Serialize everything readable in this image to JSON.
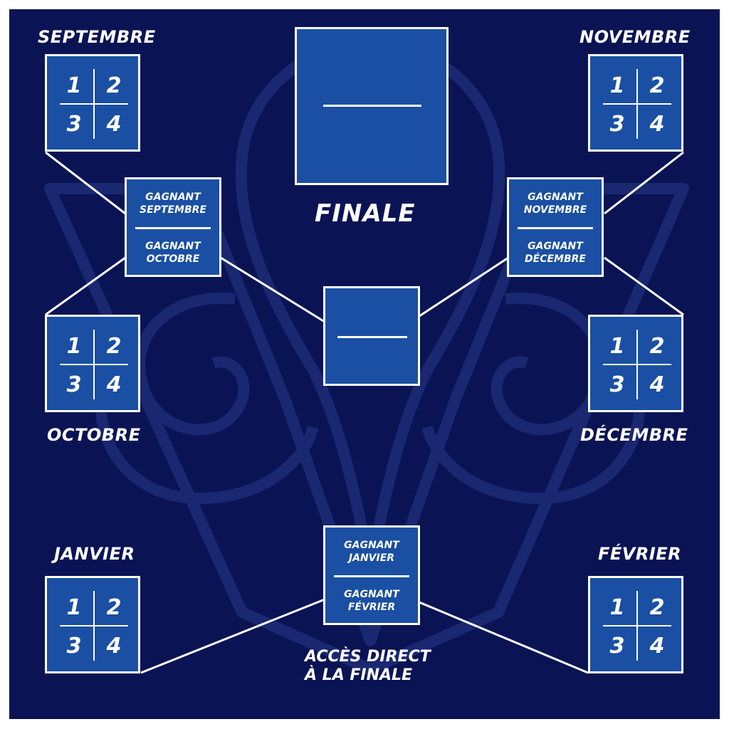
{
  "colors": {
    "background": "#0a1454",
    "box_fill": "#1a4fa3",
    "line": "#ffffff",
    "watermark": "#17236a"
  },
  "grid_numbers": [
    "1",
    "2",
    "3",
    "4"
  ],
  "months": {
    "septembre": "SEPTEMBRE",
    "octobre": "OCTOBRE",
    "novembre": "NOVEMBRE",
    "decembre": "DÉCEMBRE",
    "janvier": "JANVIER",
    "fevrier": "FÉVRIER"
  },
  "winners": {
    "sep_oct": {
      "top_line1": "GAGNANT",
      "top_line2": "SEPTEMBRE",
      "bottom_line1": "GAGNANT",
      "bottom_line2": "OCTOBRE"
    },
    "nov_dec": {
      "top_line1": "GAGNANT",
      "top_line2": "NOVEMBRE",
      "bottom_line1": "GAGNANT",
      "bottom_line2": "DÉCEMBRE"
    },
    "jan_feb": {
      "top_line1": "GAGNANT",
      "top_line2": "JANVIER",
      "bottom_line1": "GAGNANT",
      "bottom_line2": "FÉVRIER"
    }
  },
  "finale_title": "FINALE",
  "direct_access": {
    "line1": "ACCÈS DIRECT",
    "line2": "À LA FINALE"
  },
  "watermark_logo": "fleur-de-lis-logo"
}
